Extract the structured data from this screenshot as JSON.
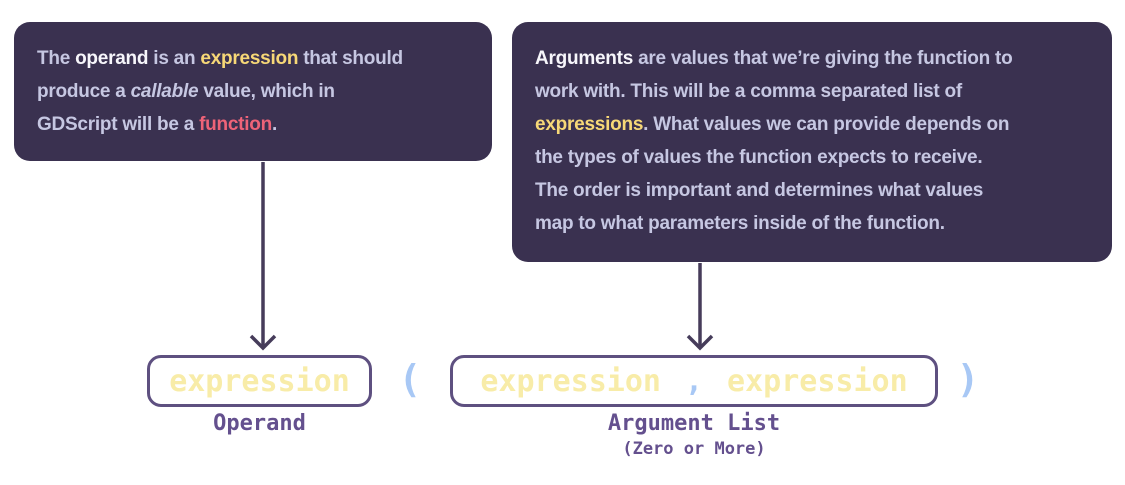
{
  "colors": {
    "canvas_bg": "#ffffff",
    "callout_bg": "#3a3150",
    "text_body": "#c6c7e2",
    "text_white": "#f7f6fb",
    "text_yellow": "#f7d877",
    "text_pink": "#ee6378",
    "code_yellow": "#f8eca8",
    "box_border": "#5e5080",
    "label_purple": "#64508e",
    "paren_blue": "#a8c8f5",
    "arrow_color": "#463c5a"
  },
  "callouts": {
    "operand": {
      "lines": [
        [
          {
            "text": "The ",
            "style": "normal"
          },
          {
            "text": "operand",
            "style": "white"
          },
          {
            "text": " is an ",
            "style": "normal"
          },
          {
            "text": "expression",
            "style": "yellow"
          },
          {
            "text": " that should",
            "style": "normal"
          }
        ],
        [
          {
            "text": "produce a ",
            "style": "normal"
          },
          {
            "text": "callable",
            "style": "italic"
          },
          {
            "text": " value, which in",
            "style": "normal"
          }
        ],
        [
          {
            "text": "GDScript will be a ",
            "style": "normal"
          },
          {
            "text": "function",
            "style": "pink"
          },
          {
            "text": ".",
            "style": "normal"
          }
        ]
      ]
    },
    "arguments": {
      "lines": [
        [
          {
            "text": "Arguments",
            "style": "white"
          },
          {
            "text": " are values that we’re giving the function to",
            "style": "normal"
          }
        ],
        [
          {
            "text": "work with. This will be a comma separated list of",
            "style": "normal"
          }
        ],
        [
          {
            "text": "expressions",
            "style": "yellow"
          },
          {
            "text": ". What values we can provide depends on",
            "style": "normal"
          }
        ],
        [
          {
            "text": "the types of values the function expects to receive.",
            "style": "normal"
          }
        ],
        [
          {
            "text": "The order is important and determines what values",
            "style": "normal"
          }
        ],
        [
          {
            "text": "map to what parameters inside of the function.",
            "style": "normal"
          }
        ]
      ]
    }
  },
  "syntax": {
    "operand_token": "expression",
    "operand_label": "Operand",
    "open_paren": "(",
    "close_paren": ")",
    "argument_token_1": "expression",
    "argument_separator": ",",
    "argument_token_2": "expression",
    "argument_label": "Argument List",
    "argument_sublabel": "(Zero or More)"
  }
}
